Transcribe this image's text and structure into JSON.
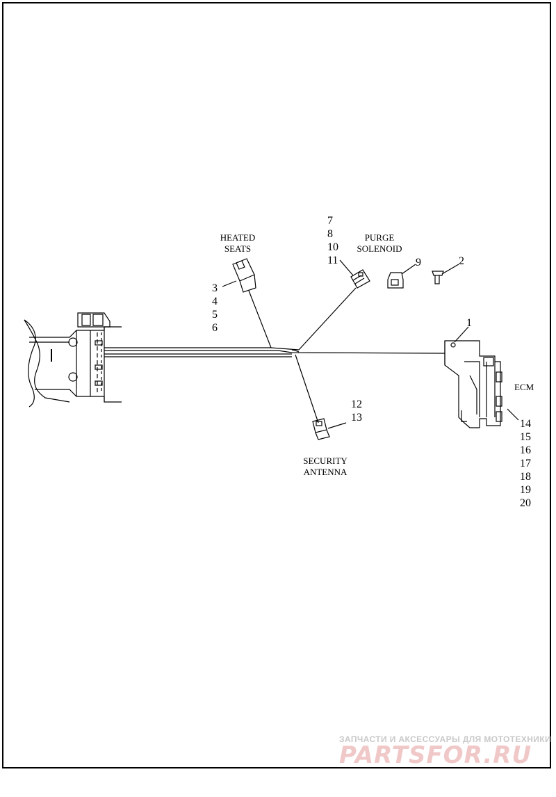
{
  "callouts": {
    "heated_seats": "HEATED\nSEATS",
    "purge_solenoid": "PURGE\nSOLENOID",
    "security_antenna": "SECURITY\nANTENNA",
    "ecm": "ECM"
  },
  "numbers": {
    "heated_seats_group": [
      "3",
      "4",
      "5",
      "6"
    ],
    "purge_group": [
      "7",
      "8",
      "10",
      "11"
    ],
    "item_9": "9",
    "item_2": "2",
    "item_1": "1",
    "antenna_group": [
      "12",
      "13"
    ],
    "ecm_group": [
      "14",
      "15",
      "16",
      "17",
      "18",
      "19",
      "20"
    ]
  },
  "watermark": {
    "line1": "ЗАПЧАСТИ И АКСЕССУАРЫ ДЛЯ МОТОТЕХНИКИ",
    "line2": "PARTSFOR.RU"
  }
}
